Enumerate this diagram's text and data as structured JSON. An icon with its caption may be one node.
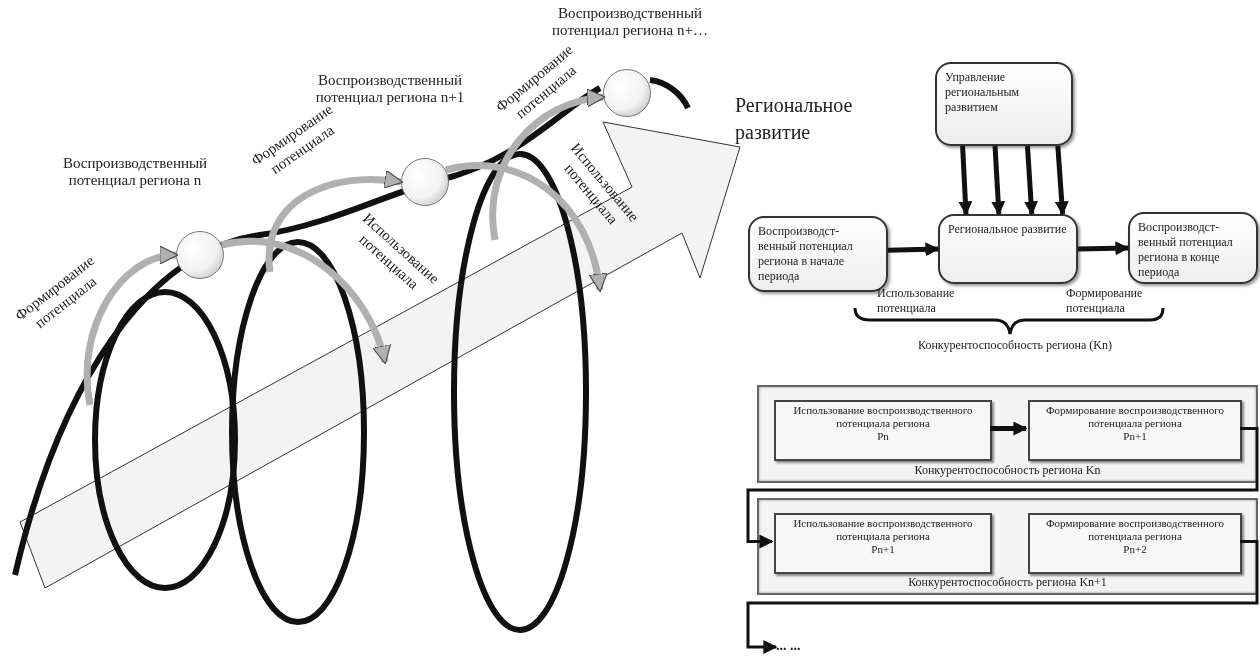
{
  "diagram": {
    "nodes": [
      {
        "text": [
          "Воспроизводственный потенциал региона n"
        ]
      },
      {
        "text": [
          "Воспроизводственный потенциал региона n+1"
        ]
      },
      {
        "text": [
          "Воспроизводственный потенциал региона n+…"
        ]
      },
      {
        "text": [
          "Управление региональным развитием"
        ]
      },
      {
        "text": [
          "Воспроизводст- венный потенциал региона в начале периода"
        ]
      },
      {
        "text": [
          "Региональное развитие"
        ]
      },
      {
        "text": [
          "Воспроизводст- венный потенциал региона в конце периода"
        ]
      },
      {
        "text": [
          "Конкурентоспособность региона Kn"
        ]
      },
      {
        "text": [
          "Использование воспроизводственного потенциала региона",
          "Pn"
        ],
        "in": 7
      },
      {
        "text": [
          "Формирование воспроизводственного потенциала региона",
          "Pn+1"
        ],
        "in": 7
      },
      {
        "text": [
          "Конкурентоспособность региона Kn+1"
        ]
      },
      {
        "text": [
          "Использование воспроизводственного потенциала региона",
          "Pn+1"
        ],
        "in": 10
      },
      {
        "text": [
          "Формирование воспроизводственного потенциала региона",
          "Pn+2"
        ],
        "in": 10
      },
      {
        "text": [
          "... ..."
        ]
      }
    ],
    "edges": [
      {
        "from": null,
        "to": 0,
        "arrow": "to",
        "label": "Формирование потенциала",
        "color": "#b0b0b0"
      },
      {
        "from": 0,
        "to": null,
        "arrow": "to",
        "label": "Использование потенциала",
        "color": "#b0b0b0"
      },
      {
        "from": null,
        "to": 1,
        "arrow": "to",
        "label": "Формирование потенциала",
        "color": "#b0b0b0"
      },
      {
        "from": 1,
        "to": null,
        "arrow": "to",
        "label": "Использование потенциала",
        "color": "#b0b0b0"
      },
      {
        "from": null,
        "to": 2,
        "arrow": "to",
        "label": "Формирование потенциала",
        "color": "#b0b0b0"
      },
      {
        "from": 3,
        "to": 5,
        "arrow": "to"
      },
      {
        "from": 3,
        "to": 5,
        "arrow": "to"
      },
      {
        "from": 3,
        "to": 5,
        "arrow": "to"
      },
      {
        "from": 3,
        "to": 5,
        "arrow": "to"
      },
      {
        "from": 4,
        "to": 5,
        "arrow": "to"
      },
      {
        "from": 5,
        "to": 6,
        "arrow": "to"
      },
      {
        "from": 8,
        "to": 9,
        "arrow": "to"
      },
      {
        "from": 9,
        "to": 11,
        "arrow": "to"
      },
      {
        "from": 12,
        "to": 13,
        "arrow": "to"
      }
    ],
    "labels": [
      "Региональное развитие",
      "Использование потенциала",
      "Формирование потенциала",
      "Конкурентоспособность региона (Kn)"
    ]
  }
}
